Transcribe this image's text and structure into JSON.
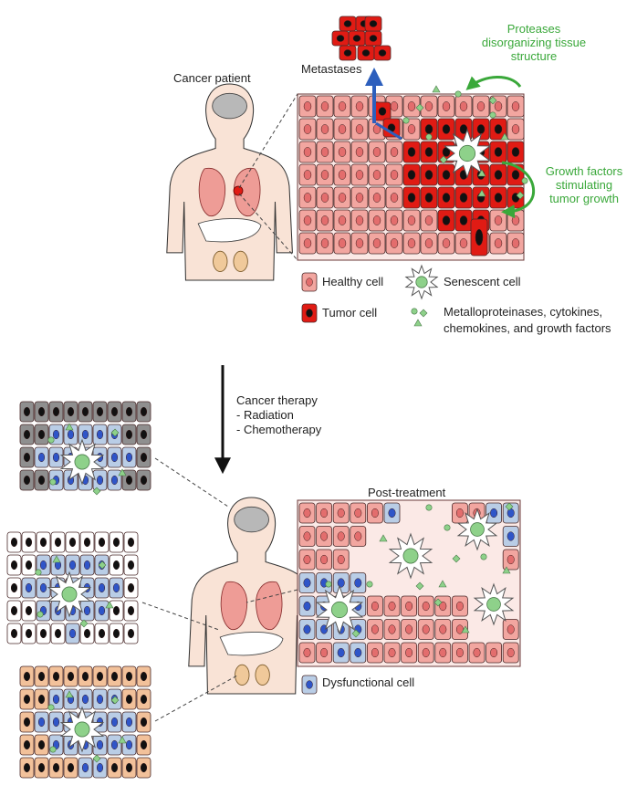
{
  "colors": {
    "healthy": "#f2a6a0",
    "healthy_nucleus": "#e36d6d",
    "tumor": "#e01b14",
    "dysfunctional": "#b9cde6",
    "dysfunctional_nucleus": "#2f55c8",
    "senescent": "#8ed18a",
    "gray_tissue": "#8f8f8f",
    "orange_tissue": "#f2c19a",
    "body": "#f9e3d6",
    "annotation_green": "#3aa83a",
    "arrow_blue": "#2d5fbd"
  },
  "top": {
    "patient_label": "Cancer patient",
    "metastases_label": "Metastases",
    "proteases_label": [
      "Proteases",
      "disorganizing tissue",
      "structure"
    ],
    "growth_label": [
      "Growth factors",
      "stimulating",
      "tumor growth"
    ]
  },
  "legend": {
    "healthy": "Healthy cell",
    "tumor": "Tumor cell",
    "senescent": "Senescent cell",
    "factors": [
      "Metalloproteinases, cytokines,",
      "chemokines, and growth factors"
    ]
  },
  "therapy": {
    "title": "Cancer therapy",
    "items": [
      "- Radiation",
      "- Chemotherapy"
    ]
  },
  "bottom": {
    "post_label": "Post-treatment",
    "dysfunctional_legend": "Dysfunctional cell"
  }
}
